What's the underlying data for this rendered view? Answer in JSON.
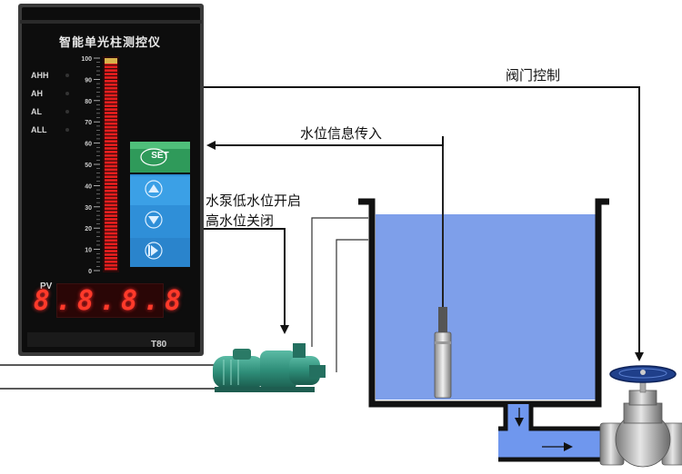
{
  "controller": {
    "title": "智能单光柱测控仪",
    "alarms": [
      "AHH",
      "AH",
      "AL",
      "ALL"
    ],
    "pv_label": "PV",
    "display": "8.8.8.8",
    "set_label": "SET",
    "model": "T80",
    "bar_scale": [
      0,
      10,
      20,
      30,
      40,
      50,
      60,
      70,
      80,
      90,
      100
    ],
    "bar_level_percent": 98
  },
  "annotations": {
    "valve_control": "阀门控制",
    "level_signal": "水位信息传入",
    "pump_line1": "水泵低水位开启",
    "pump_line2": "高水位关闭"
  },
  "colors": {
    "panel": "#0d0d0d",
    "water": "#7e9fea",
    "bar_red": "#e81e1e",
    "set_green": "#2f9a5a",
    "button_blue": "#2f8fd8",
    "pump_green": "#2e8d78",
    "pipe_water": "#6f97ee"
  }
}
